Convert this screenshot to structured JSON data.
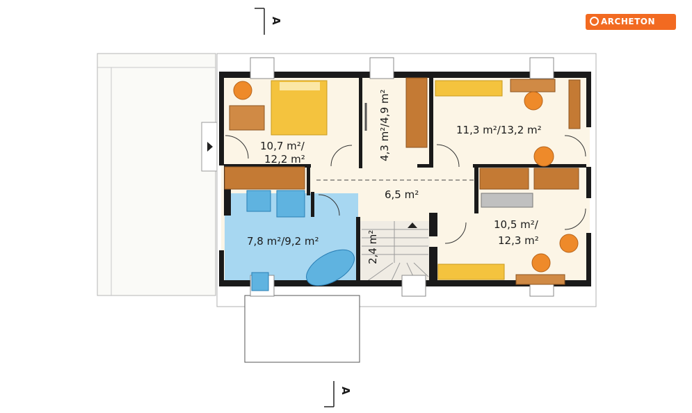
{
  "brand": {
    "name": "ARCHETON"
  },
  "section_marks": {
    "top": "A",
    "bottom": "A"
  },
  "rooms": [
    {
      "id": "bedroom-1",
      "area": "10,7 m²/",
      "area2": "12,2 m²"
    },
    {
      "id": "closet",
      "area": "4,3 m²/4,9 m²"
    },
    {
      "id": "bedroom-2",
      "area": "11,3 m²/13,2 m²"
    },
    {
      "id": "hall",
      "area": "6,5 m²"
    },
    {
      "id": "bathroom",
      "area": "7,8 m²/9,2 m²"
    },
    {
      "id": "stairs",
      "area": "2,4 m²"
    },
    {
      "id": "bedroom-3",
      "area": "10,5 m²/",
      "area2": "12,3 m²"
    }
  ],
  "colors": {
    "wall": "#1a1a1a",
    "floor": "#fcf5e6",
    "bath": "#a7d7f1",
    "bed": "#f4c33e",
    "wood": "#c47a34",
    "chair": "#ee8a2a"
  }
}
